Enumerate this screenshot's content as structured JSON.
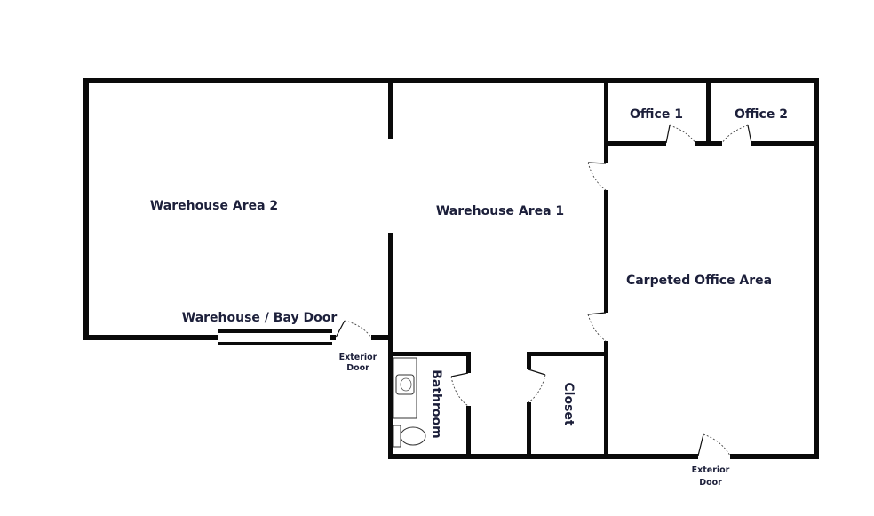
{
  "rooms": {
    "warehouse_area_2": "Warehouse Area 2",
    "warehouse_area_1": "Warehouse Area 1",
    "office_1": "Office 1",
    "office_2": "Office 2",
    "carpeted_office_area": "Carpeted Office Area",
    "bathroom": "Bathroom",
    "closet": "Closet"
  },
  "doors": {
    "bay_door": "Warehouse / Bay Door",
    "exterior_door_left_line1": "Exterior",
    "exterior_door_left_line2": "Door",
    "exterior_door_bottom_line1": "Exterior",
    "exterior_door_bottom_line2": "Door"
  },
  "colors": {
    "walls": "#0a0a0a",
    "labels": "#1c1f3a",
    "background": "#ffffff"
  }
}
